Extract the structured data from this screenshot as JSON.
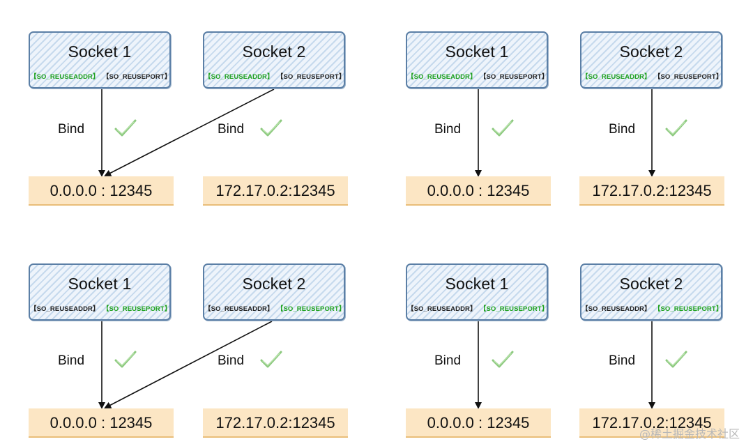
{
  "panels": [
    {
      "socket1": {
        "title": "Socket 1",
        "opt1": "SO_REUSEADDR",
        "opt2": "SO_REUSEPORT"
      },
      "socket2": {
        "title": "Socket 2",
        "opt1": "SO_REUSEADDR",
        "opt2": "SO_REUSEPORT"
      },
      "bind1": "Bind",
      "bind2": "Bind",
      "addr1": "0.0.0.0 : 12345",
      "addr2": "172.17.0.2:12345"
    },
    {
      "socket1": {
        "title": "Socket 1",
        "opt1": "SO_REUSEADDR",
        "opt2": "SO_REUSEPORT"
      },
      "socket2": {
        "title": "Socket 2",
        "opt1": "SO_REUSEADDR",
        "opt2": "SO_REUSEPORT"
      },
      "bind1": "Bind",
      "bind2": "Bind",
      "addr1": "0.0.0.0 : 12345",
      "addr2": "172.17.0.2:12345"
    },
    {
      "socket1": {
        "title": "Socket 1",
        "opt1": "SO_REUSEADDR",
        "opt2": "SO_REUSEPORT"
      },
      "socket2": {
        "title": "Socket 2",
        "opt1": "SO_REUSEADDR",
        "opt2": "SO_REUSEPORT"
      },
      "bind1": "Bind",
      "bind2": "Bind",
      "addr1": "0.0.0.0 : 12345",
      "addr2": "172.17.0.2:12345"
    },
    {
      "socket1": {
        "title": "Socket 1",
        "opt1": "SO_REUSEADDR",
        "opt2": "SO_REUSEPORT"
      },
      "socket2": {
        "title": "Socket 2",
        "opt1": "SO_REUSEADDR",
        "opt2": "SO_REUSEPORT"
      },
      "bind1": "Bind",
      "bind2": "Bind",
      "addr1": "0.0.0.0 : 12345",
      "addr2": "172.17.0.2:12345"
    }
  ],
  "colors": {
    "socket_border": "#5b7fa6",
    "socket_fill": "#eef4fb",
    "addr_fill": "#fce6c4",
    "addr_border": "#e9bd78",
    "option_enabled": "#1fa21f",
    "option_disabled": "#222222",
    "check": "#8cc97e",
    "arrow": "#111111"
  },
  "icons": {
    "check": "check-mark-icon"
  },
  "watermark": "@稀土掘金技术社区"
}
